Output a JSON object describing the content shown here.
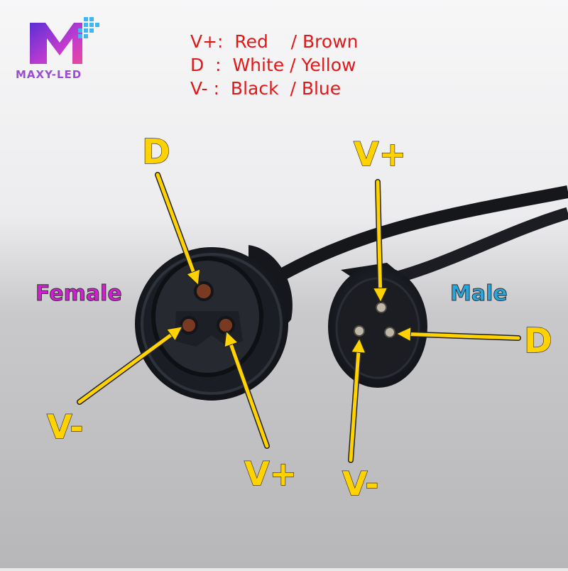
{
  "logo": {
    "brand": "MAXY-LED",
    "colors": [
      "#6a3bd9",
      "#e23ec0",
      "#3fb7f0"
    ]
  },
  "legend": {
    "lines": [
      "V+:  Red    / Brown",
      "D  :  White / Yellow",
      "V- :  Black  / Blue"
    ],
    "color": "#e01818"
  },
  "female": {
    "title": "Female",
    "title_color": "#d21fd3",
    "pins": {
      "top": "D",
      "left": "V-",
      "right": "V+"
    }
  },
  "male": {
    "title": "Male",
    "title_color": "#2aa6df",
    "pins": {
      "top": "V+",
      "right": "D",
      "bottom": "V-"
    }
  },
  "arrow_color": "#ffd200"
}
